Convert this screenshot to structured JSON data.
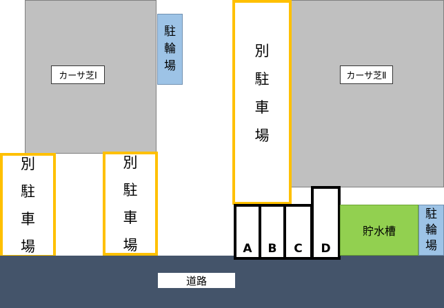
{
  "buildings": [
    {
      "id": "casa-shiba-1",
      "label": "カーサ芝Ⅰ"
    },
    {
      "id": "casa-shiba-2",
      "label": "カーサ芝Ⅱ"
    }
  ],
  "bike_parking": {
    "chars": [
      "駐",
      "輪",
      "場"
    ]
  },
  "separate_lot": {
    "chars": [
      "別",
      "駐",
      "車",
      "場"
    ]
  },
  "parking_slots": [
    "A",
    "B",
    "C",
    "D"
  ],
  "water_tank": {
    "label": "貯水槽"
  },
  "road": {
    "label": "道路"
  },
  "colors": {
    "building": "#c0c0c0",
    "bike_parking": "#9dc3e6",
    "separate_lot_border": "#ffc000",
    "road": "#44546a",
    "water_tank": "#92d050"
  }
}
